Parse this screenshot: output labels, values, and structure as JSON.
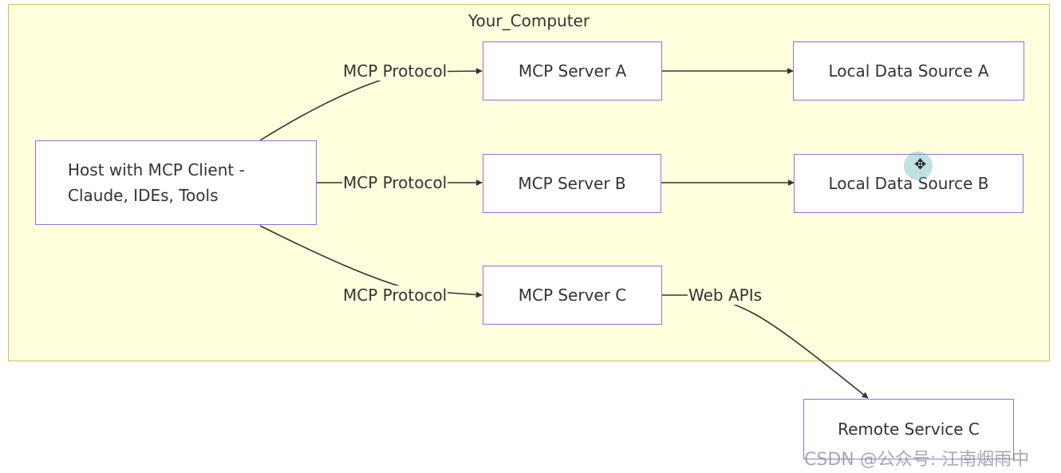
{
  "diagram": {
    "cluster": {
      "title": "Your_Computer"
    },
    "nodes": {
      "host": {
        "line1": "Host with MCP Client -",
        "line2": "Claude, IDEs, Tools"
      },
      "server_a": {
        "label": "MCP Server A"
      },
      "server_b": {
        "label": "MCP Server B"
      },
      "server_c": {
        "label": "MCP Server C"
      },
      "local_a": {
        "label": "Local Data Source A"
      },
      "local_b": {
        "label": "Local Data Source B"
      },
      "remote_c": {
        "label": "Remote Service C"
      }
    },
    "edges": {
      "host_to_a": {
        "label": "MCP Protocol"
      },
      "host_to_b": {
        "label": "MCP Protocol"
      },
      "host_to_c": {
        "label": "MCP Protocol"
      },
      "c_to_remote": {
        "label": "Web APIs"
      }
    },
    "colors": {
      "cluster_fill": "#ffffde",
      "cluster_border": "#c4c45a",
      "node_border": "#9370db",
      "edge": "#333333"
    }
  },
  "watermark": {
    "text": "CSDN @公众号: 江南烟雨中"
  }
}
